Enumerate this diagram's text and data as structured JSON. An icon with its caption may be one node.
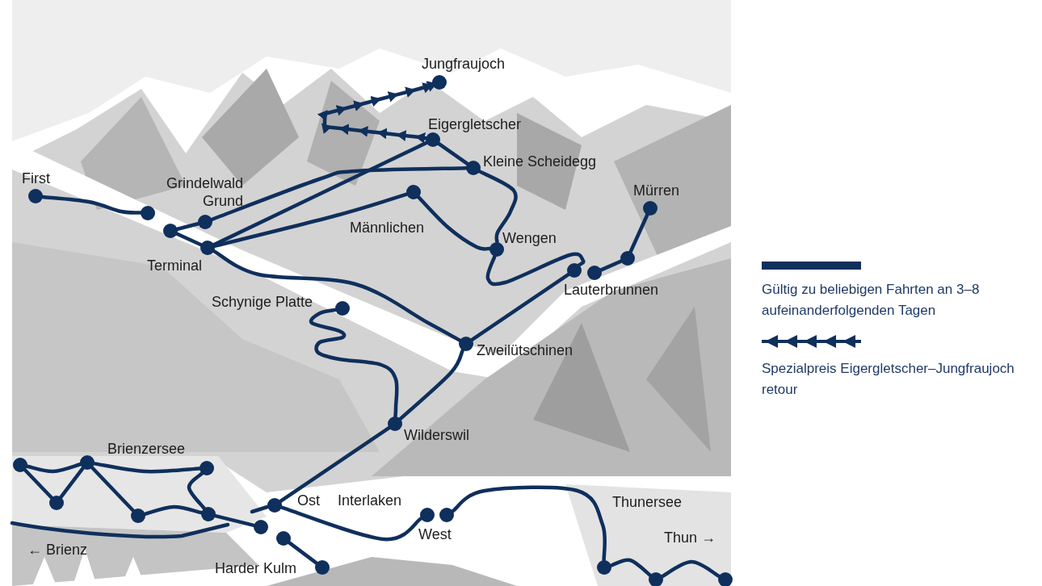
{
  "diagram": {
    "nodes": [
      {
        "text": [],
        "shape": "circle",
        "beside": [
          "First"
        ]
      },
      {
        "text": [],
        "shape": "circle"
      },
      {
        "text": [],
        "shape": "circle"
      },
      {
        "text": [],
        "shape": "circle",
        "beside": [
          "Grindelwald Grund"
        ]
      },
      {
        "text": [],
        "shape": "circle",
        "beside": [
          "Terminal"
        ]
      },
      {
        "text": [],
        "shape": "circle",
        "beside": [
          "Männlichen"
        ]
      },
      {
        "text": [],
        "shape": "circle",
        "beside": [
          "Eigergletscher"
        ]
      },
      {
        "text": [],
        "shape": "circle",
        "beside": [
          "Jungfraujoch"
        ]
      },
      {
        "text": [],
        "shape": "circle",
        "beside": [
          "Kleine Scheidegg"
        ]
      },
      {
        "text": [],
        "shape": "circle",
        "beside": [
          "Wengen"
        ]
      },
      {
        "text": [],
        "shape": "circle"
      },
      {
        "text": [],
        "shape": "circle",
        "beside": [
          "Lauterbrunnen"
        ]
      },
      {
        "text": [],
        "shape": "circle"
      },
      {
        "text": [],
        "shape": "circle",
        "beside": [
          "Mürren"
        ]
      },
      {
        "text": [],
        "shape": "circle",
        "beside": [
          "Schynige Platte"
        ]
      },
      {
        "text": [],
        "shape": "circle",
        "beside": [
          "Zweilütschinen"
        ]
      },
      {
        "text": [],
        "shape": "circle",
        "beside": [
          "Wilderswil"
        ]
      },
      {
        "text": [],
        "shape": "circle",
        "beside": [
          "Ost"
        ]
      },
      {
        "text": [],
        "shape": "circle",
        "beside": [
          "West"
        ]
      },
      {
        "text": [],
        "shape": "circle"
      },
      {
        "text": [],
        "shape": "circle"
      },
      {
        "text": [],
        "shape": "circle",
        "beside": [
          "Harder Kulm"
        ]
      },
      {
        "text": [],
        "shape": "circle"
      },
      {
        "text": [],
        "shape": "circle"
      },
      {
        "text": [],
        "shape": "circle"
      },
      {
        "text": [],
        "shape": "circle"
      },
      {
        "text": [],
        "shape": "circle"
      },
      {
        "text": [],
        "shape": "circle"
      },
      {
        "text": [],
        "shape": "circle"
      },
      {
        "text": [],
        "shape": "circle"
      },
      {
        "text": [],
        "shape": "circle"
      },
      {
        "text": [],
        "shape": "circle"
      }
    ],
    "edges": [
      {
        "from": 0,
        "to": 1,
        "arrow": "none"
      },
      {
        "from": 2,
        "to": 3,
        "arrow": "none"
      },
      {
        "from": 2,
        "to": 4,
        "arrow": "none"
      },
      {
        "from": 3,
        "to": 8,
        "arrow": "none"
      },
      {
        "from": 4,
        "to": 6,
        "arrow": "none"
      },
      {
        "from": 4,
        "to": 5,
        "arrow": "none"
      },
      {
        "from": 6,
        "to": 8,
        "arrow": "none"
      },
      {
        "from": 6,
        "to": 7,
        "arrow": "to"
      },
      {
        "from": 8,
        "to": 9,
        "arrow": "none"
      },
      {
        "from": 5,
        "to": 9,
        "arrow": "none"
      },
      {
        "from": 9,
        "to": 10,
        "arrow": "none"
      },
      {
        "from": 10,
        "to": 15,
        "arrow": "none"
      },
      {
        "from": 4,
        "to": 15,
        "arrow": "none"
      },
      {
        "from": 11,
        "to": 12,
        "arrow": "none"
      },
      {
        "from": 12,
        "to": 13,
        "arrow": "none"
      },
      {
        "from": 14,
        "to": 16,
        "arrow": "none"
      },
      {
        "from": 15,
        "to": 16,
        "arrow": "none"
      },
      {
        "from": 16,
        "to": 17,
        "arrow": "none"
      },
      {
        "from": 17,
        "to": 18,
        "arrow": "none"
      },
      {
        "from": 19,
        "to": 29,
        "arrow": "none"
      },
      {
        "from": 29,
        "to": 30,
        "arrow": "none"
      },
      {
        "from": 30,
        "to": 31,
        "arrow": "none"
      },
      {
        "from": 20,
        "to": 21,
        "arrow": "none"
      },
      {
        "from": 22,
        "to": 23,
        "arrow": "none"
      },
      {
        "from": 22,
        "to": 24,
        "arrow": "none"
      },
      {
        "from": 24,
        "to": 23,
        "arrow": "none"
      },
      {
        "from": 23,
        "to": 26,
        "arrow": "none"
      },
      {
        "from": 23,
        "to": 25,
        "arrow": "none"
      },
      {
        "from": 25,
        "to": 27,
        "arrow": "none"
      },
      {
        "from": 26,
        "to": 27,
        "arrow": "none"
      },
      {
        "from": 27,
        "to": 28,
        "arrow": "none"
      }
    ],
    "labels": [
      "Brienzersee",
      "Interlaken",
      "Thunersee",
      "← Brienz",
      "Thun →"
    ],
    "legend": [
      {
        "text": "Gültig zu beliebigen Fahrten an 3–8 aufeinanderfolgenden Tagen"
      },
      {
        "text": "Spezialpreis Eigergletscher–Jungfraujoch retour"
      }
    ]
  }
}
